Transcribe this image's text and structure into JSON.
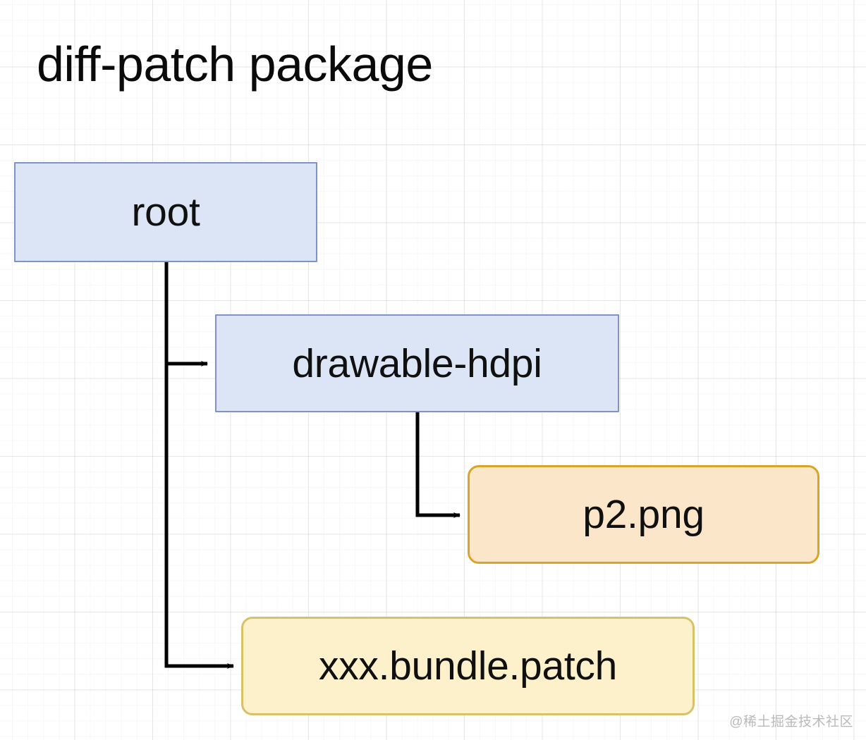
{
  "diagram": {
    "title": "diff-patch package",
    "type": "tree",
    "watermark": "@稀土掘金技术社区",
    "colors": {
      "folder_fill": "#dbe5f6",
      "folder_stroke": "#7f94c4",
      "image_fill": "#fce6ca",
      "image_stroke": "#d9a528",
      "patch_fill": "#fcf1cb",
      "patch_stroke": "#d9c169",
      "edge": "#000000",
      "background": "#ffffff",
      "title_text": "#0a0a0a",
      "watermark_text": "#b9b9b9"
    },
    "nodes": [
      {
        "id": "root",
        "label": "root",
        "kind": "folder"
      },
      {
        "id": "drawable",
        "label": "drawable-hdpi",
        "kind": "folder"
      },
      {
        "id": "p2",
        "label": "p2.png",
        "kind": "image"
      },
      {
        "id": "patch",
        "label": "xxx.bundle.patch",
        "kind": "patch"
      }
    ],
    "edges": [
      {
        "from": "root",
        "to": "drawable",
        "style": "elbow-arrow"
      },
      {
        "from": "root",
        "to": "patch",
        "style": "elbow-arrow"
      },
      {
        "from": "drawable",
        "to": "p2",
        "style": "elbow-arrow"
      }
    ]
  }
}
